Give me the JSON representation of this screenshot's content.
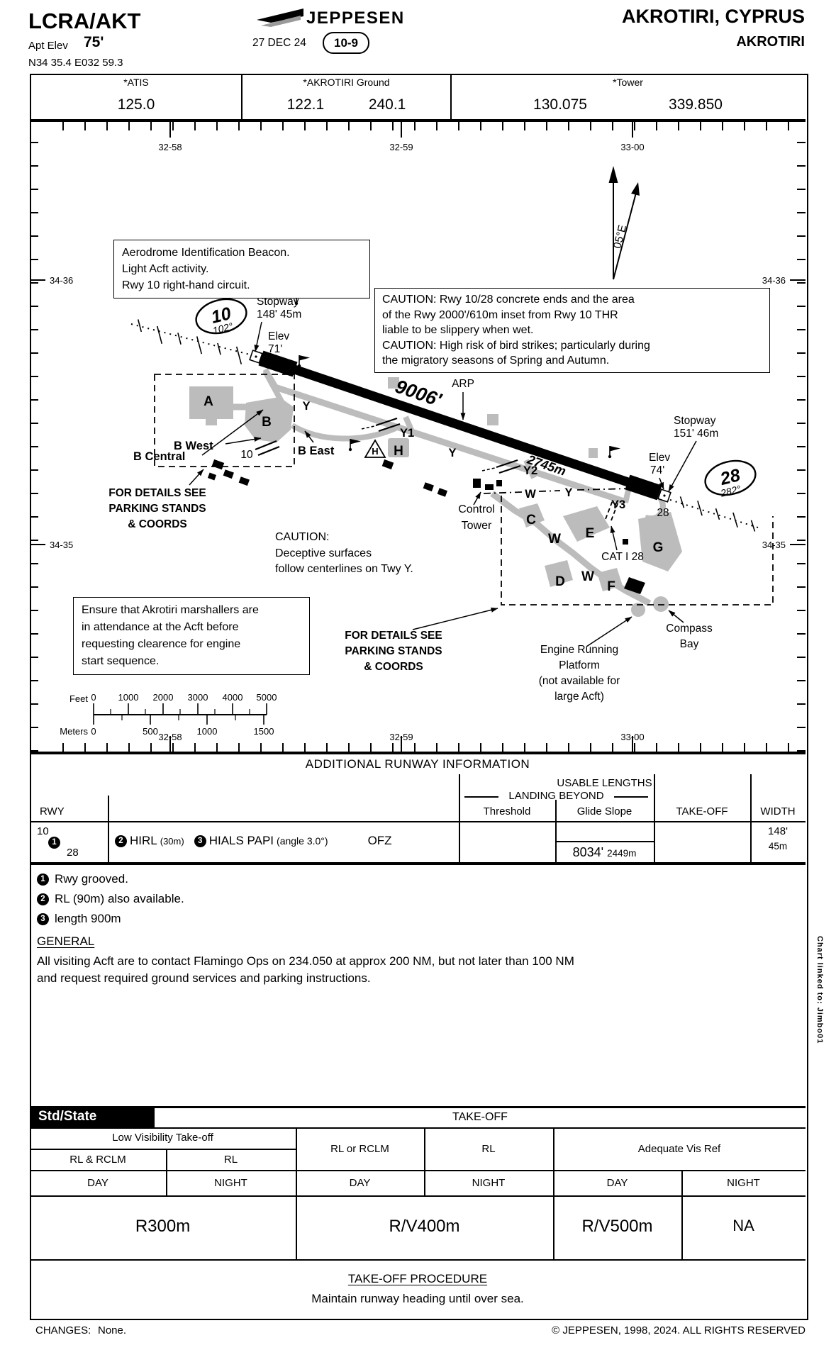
{
  "header": {
    "icao_iata": "LCRA/AKT",
    "apt_elev_label": "Apt Elev",
    "apt_elev_value": "75'",
    "coords": "N34 35.4  E032 59.3",
    "logo_text": "JEPPESEN",
    "date": "27 DEC 24",
    "index": "10-9",
    "title_city": "AKROTIRI, CYPRUS",
    "title_airport": "AKROTIRI"
  },
  "comm": {
    "atis_label": "*ATIS",
    "atis_freq": "125.0",
    "ground_label": "*AKROTIRI Ground",
    "ground_freq1": "122.1",
    "ground_freq2": "240.1",
    "tower_label": "*Tower",
    "tower_freq1": "130.075",
    "tower_freq2": "339.850"
  },
  "map": {
    "grid": {
      "lon": [
        "32-58",
        "32-59",
        "33-00"
      ],
      "lat": [
        "34-36",
        "34-35"
      ]
    },
    "variation": "05°E",
    "beacon_note": [
      "Aerodrome Identification Beacon.",
      "Light Acft activity.",
      "Rwy 10 right-hand circuit."
    ],
    "caution_note": [
      "CAUTION: Rwy 10/28 concrete ends and the area",
      "of the Rwy 2000'/610m inset from Rwy 10 THR",
      "liable to be slippery when wet.",
      "CAUTION: High risk of bird strikes; particularly during",
      "the migratory seasons of Spring and Autumn."
    ],
    "deceptive_note": [
      "CAUTION:",
      "Deceptive surfaces",
      "follow centerlines on Twy Y."
    ],
    "marshaller_note": [
      "Ensure that Akrotiri marshallers are",
      "in attendance at the Acft before",
      "requesting clearence for engine",
      "start sequence."
    ],
    "parking_note": [
      "FOR DETAILS SEE",
      "PARKING STANDS",
      "& COORDS"
    ],
    "runway": {
      "length_ft": "9006'",
      "length_m": "2745m",
      "arp": "ARP",
      "rwy10_id": "10",
      "rwy10_brg": "102°",
      "rwy10_stopway_1": "Stopway",
      "rwy10_stopway_2": "148' 45m",
      "rwy10_elev_1": "Elev",
      "rwy10_elev_2": "71'",
      "rwy28_id": "28",
      "rwy28_brg": "282°",
      "rwy28_stopway_1": "Stopway",
      "rwy28_stopway_2": "151' 46m",
      "rwy28_elev_1": "Elev",
      "rwy28_elev_2": "74'",
      "thr10": "10",
      "thr28": "28"
    },
    "labels": {
      "a": "A",
      "b": "B",
      "c": "C",
      "d": "D",
      "e": "E",
      "f": "F",
      "g": "G",
      "h": "H",
      "w": "W",
      "y": "Y",
      "y1": "Y1",
      "y2": "Y2",
      "y3": "Y3",
      "b_central": "B Central",
      "b_west": "B West",
      "b_east": "B East",
      "cat": "CAT I 28",
      "control_1": "Control",
      "control_2": "Tower",
      "compass_1": "Compass",
      "compass_2": "Bay",
      "engine_1": "Engine Running",
      "engine_2": "Platform",
      "engine_3": "(not available for",
      "engine_4": "large Acft)"
    },
    "scale": {
      "feet_label": "Feet",
      "feet": [
        "0",
        "1000",
        "2000",
        "3000",
        "4000",
        "5000"
      ],
      "meters_label": "Meters",
      "meters": [
        "0",
        "500",
        "1000",
        "1500"
      ]
    }
  },
  "runway_info": {
    "title": "ADDITIONAL RUNWAY INFORMATION",
    "usable": "USABLE LENGTHS",
    "landing": "LANDING BEYOND",
    "col_rwy": "RWY",
    "col_threshold": "Threshold",
    "col_gs": "Glide Slope",
    "col_takeoff": "TAKE-OFF",
    "col_width": "WIDTH",
    "row": {
      "rwy_a": "10",
      "rwy_b": "28",
      "m1": "1",
      "m2": "2",
      "m3": "3",
      "light1": "HIRL",
      "light1_sub": "(30m)",
      "light2": "HIALS  PAPI",
      "light2_sub": "(angle 3.0°)",
      "ofz": "OFZ",
      "gs_ft": "8034'",
      "gs_m": "2449m",
      "width_ft": "148'",
      "width_m": "45m"
    },
    "footnotes": [
      {
        "n": "1",
        "text": "Rwy grooved."
      },
      {
        "n": "2",
        "text": "RL (90m) also available."
      },
      {
        "n": "3",
        "text": "length 900m"
      }
    ],
    "general_title": "GENERAL",
    "general_lines": [
      "All visiting Acft are to contact Flamingo Ops on 234.050 at approx 200 NM, but not later than 100 NM",
      "and request required ground services and parking instructions."
    ]
  },
  "takeoff": {
    "std_state": "Std/State",
    "title": "TAKE-OFF",
    "lowvis": "Low Visibility Take-off",
    "rl_rclm": "RL & RCLM",
    "rl1": "RL",
    "rl_or_rclm": "RL or RCLM",
    "rl2": "RL",
    "adequate": "Adequate Vis Ref",
    "day": "DAY",
    "night": "NIGHT",
    "v1": "R300m",
    "v2": "R/V400m",
    "v3": "R/V500m",
    "v4": "NA",
    "procedure_title": "TAKE-OFF PROCEDURE",
    "procedure_text": "Maintain runway heading until over sea."
  },
  "footer": {
    "changes_label": "CHANGES:",
    "changes_value": "None.",
    "copyright": "© JEPPESEN, 1998, 2024. ALL RIGHTS RESERVED",
    "chart_link": "Chart linked to: Jimbo01"
  }
}
